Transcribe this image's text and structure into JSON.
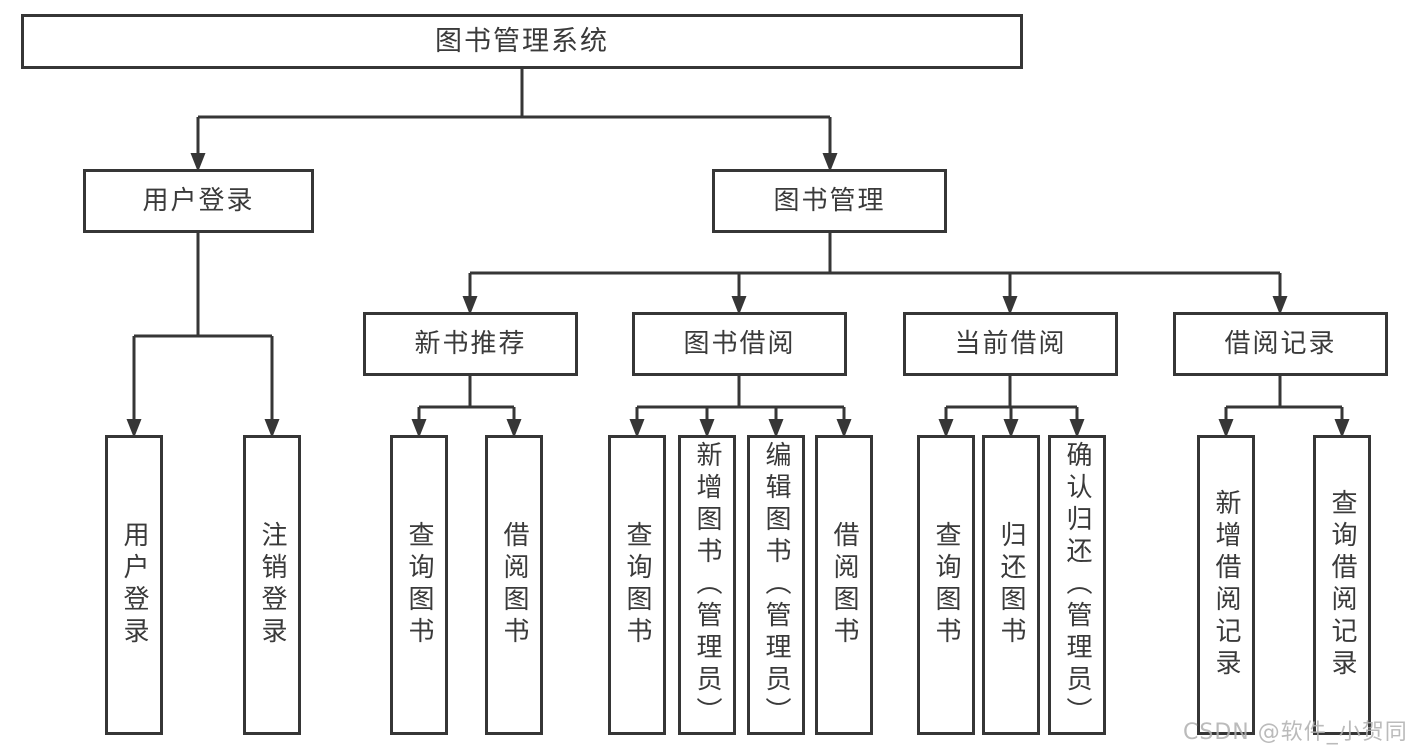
{
  "nodes": {
    "root": "图书管理系统",
    "user_login": "用户登录",
    "book_mgmt": "图书管理",
    "new_book_rec": "新书推荐",
    "book_borrow": "图书借阅",
    "current_borrow": "当前借阅",
    "borrow_records": "借阅记录",
    "leaf_user_login": "用户登录",
    "leaf_logout": "注销登录",
    "leaf_rec_query": "查询图书",
    "leaf_rec_borrow": "借阅图书",
    "leaf_bb_query": "查询图书",
    "leaf_bb_add": "新增图书（管理员）",
    "leaf_bb_edit": "编辑图书（管理员）",
    "leaf_bb_borrow": "借阅图书",
    "leaf_cb_query": "查询图书",
    "leaf_cb_return": "归还图书",
    "leaf_cb_confirm": "确认归还（管理员）",
    "leaf_br_add": "新增借阅记录",
    "leaf_br_query": "查询借阅记录"
  },
  "watermark": "CSDN @软件_小贺同学",
  "colors": {
    "line": "#363636",
    "box_border": "#363636",
    "box_fill": "#ffffff",
    "text": "#3a3a3a",
    "watermark": "#b2b2b2"
  }
}
